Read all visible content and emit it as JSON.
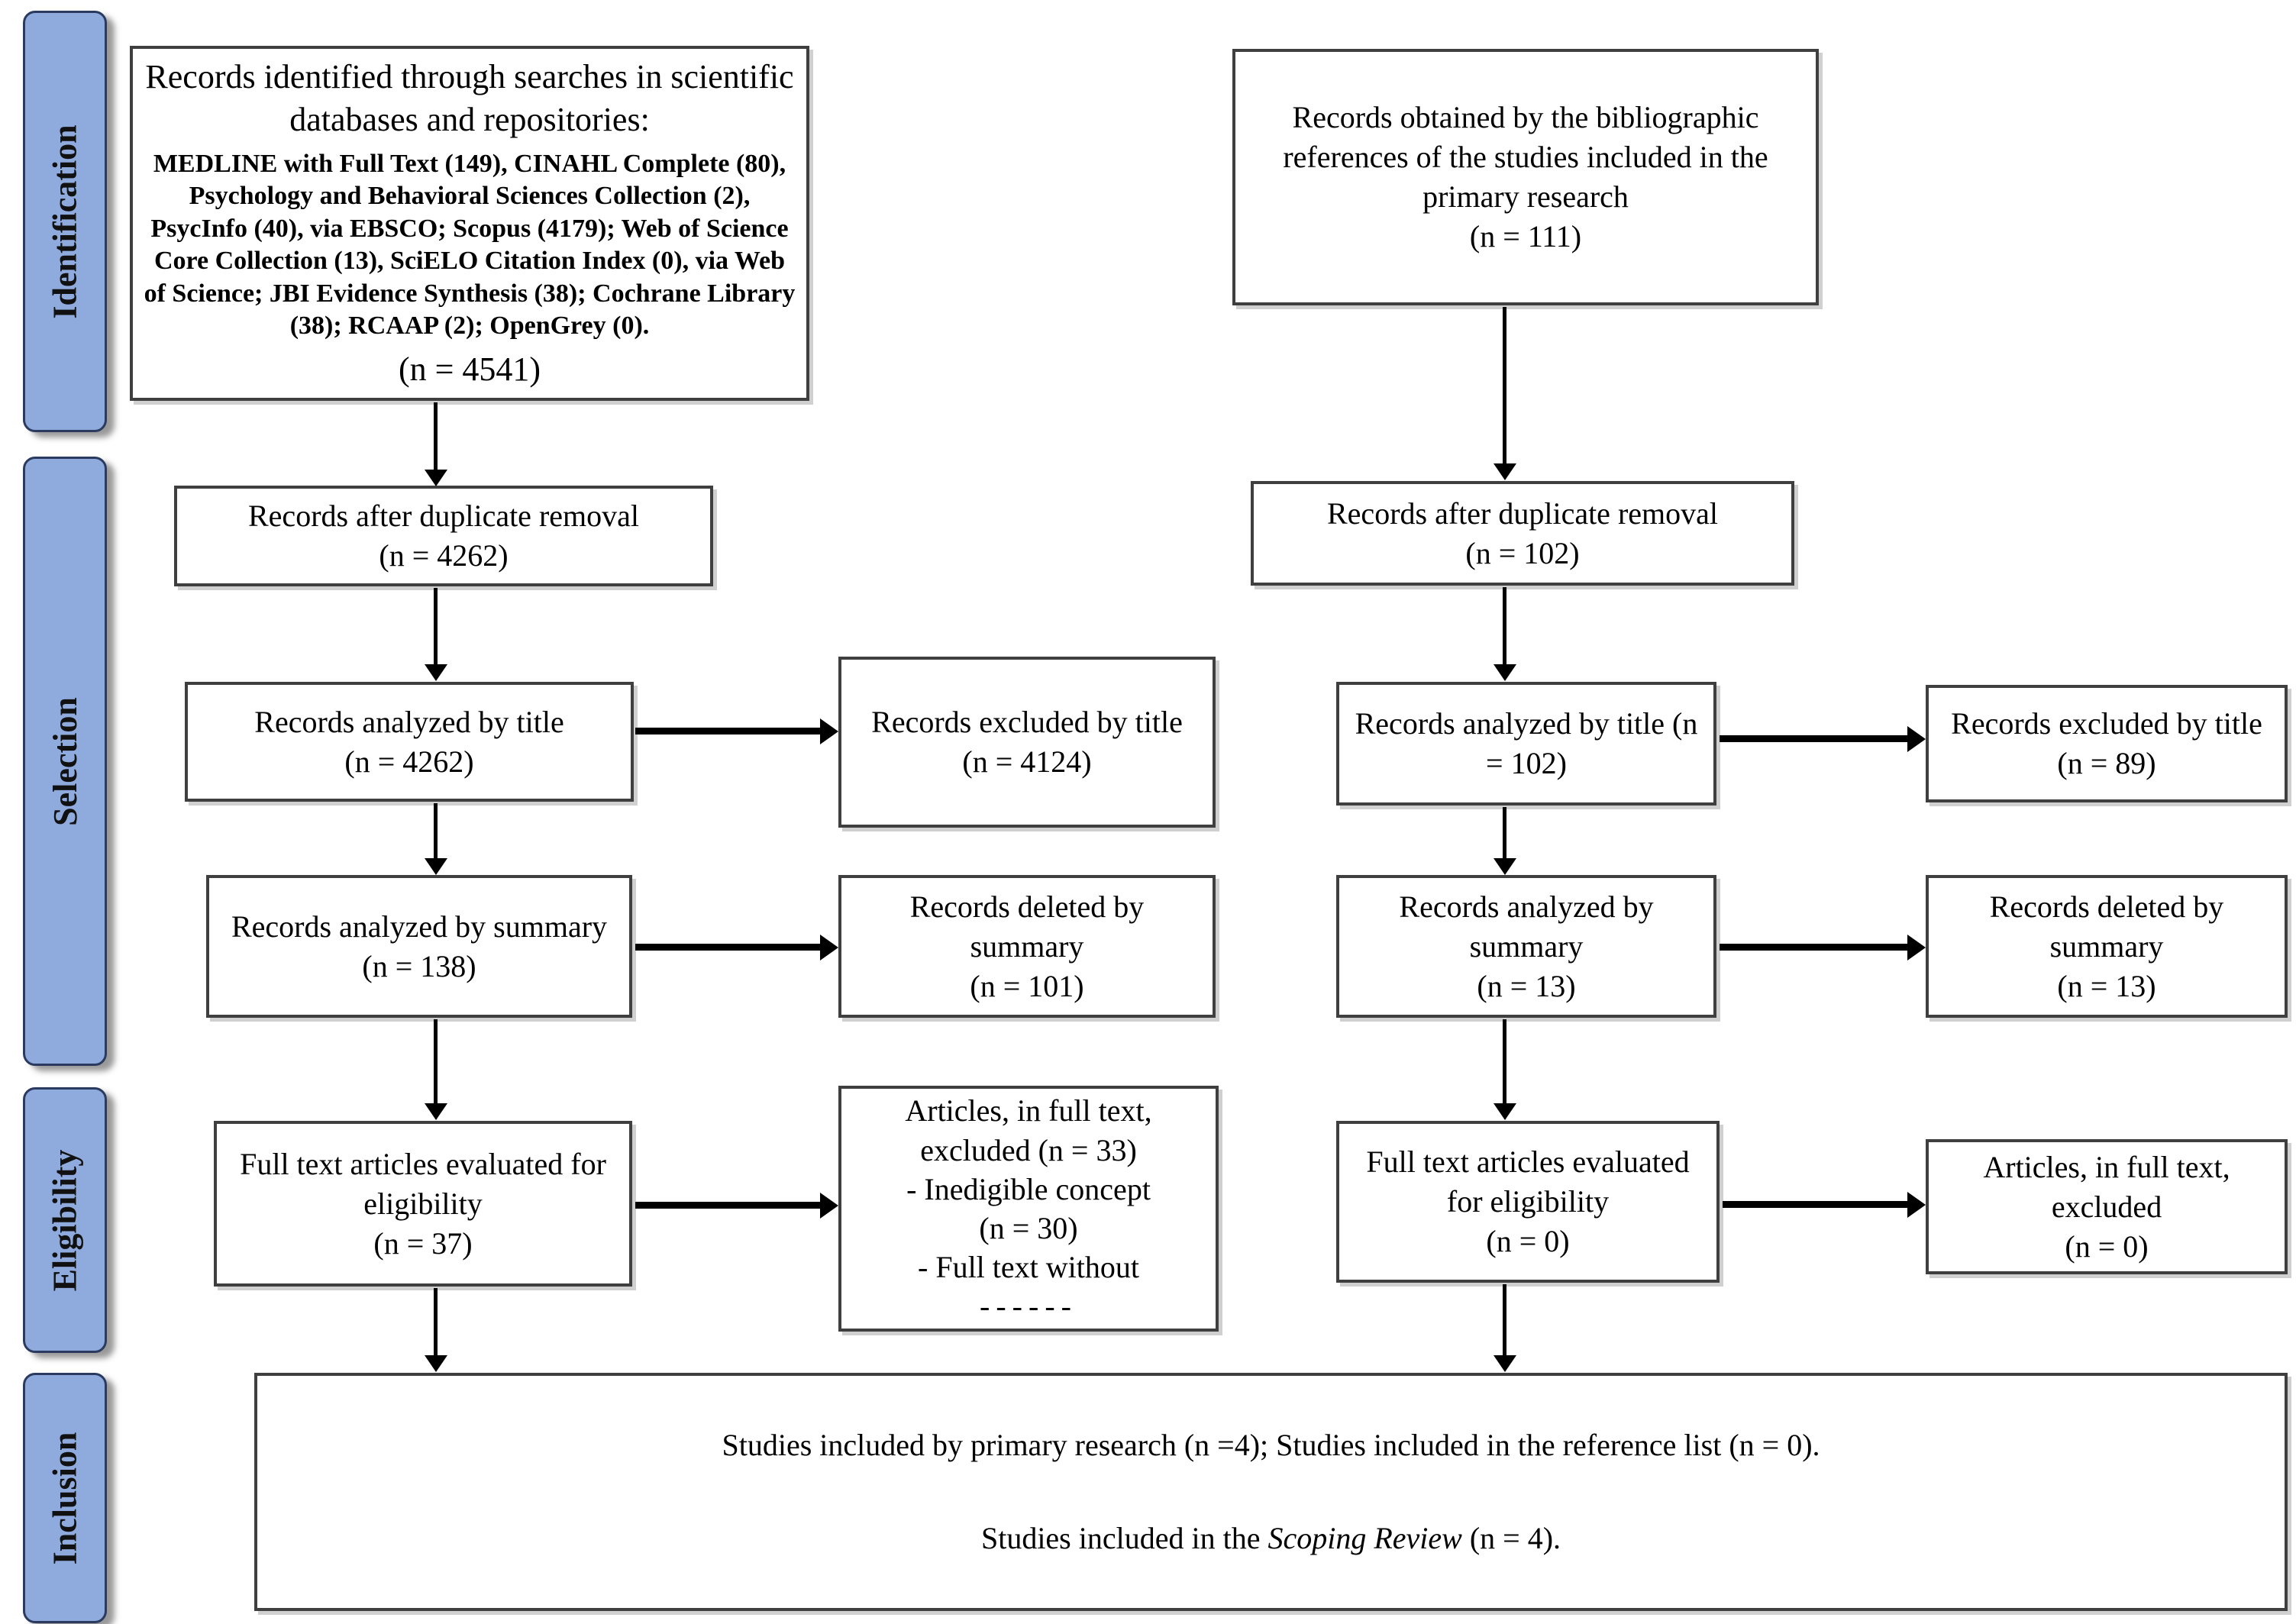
{
  "colors": {
    "stage_fill": "#8FAADC",
    "stage_border": "#2A3B5F",
    "box_border": "#3F3F3F",
    "arrow": "#000000",
    "background": "#FFFFFF"
  },
  "sidebar": {
    "items": [
      {
        "label": "Identification"
      },
      {
        "label": "Selection"
      },
      {
        "label": "Eligibility"
      },
      {
        "label": "Inclusion"
      }
    ]
  },
  "left": {
    "identified": {
      "heading": "Records identified through searches in scientific databases and repositories:",
      "sources": "MEDLINE with Full Text (149), CINAHL Complete (80), Psychology and Behavioral Sciences Collection (2), PsycInfo (40), via EBSCO; Scopus (4179); Web of Science Core Collection (13), SciELO Citation Index (0), via Web of Science; JBI Evidence Synthesis (38); Cochrane Library (38); RCAAP (2); OpenGrey (0).",
      "count": "(n = 4541)"
    },
    "duplicates": {
      "text": "Records after duplicate removal",
      "count": "(n = 4262)"
    },
    "analyzed_title": {
      "text": "Records analyzed by title",
      "count": "(n = 4262)"
    },
    "excluded_title": {
      "text": "Records excluded by title",
      "count": "(n = 4124)"
    },
    "analyzed_summary": {
      "text": "Records analyzed by summary",
      "count": "(n = 138)"
    },
    "deleted_summary": {
      "text": "Records deleted by summary",
      "count": "(n = 101)"
    },
    "fulltext": {
      "text": "Full text articles evaluated for eligibility",
      "count": "(n = 37)"
    },
    "fulltext_excluded": {
      "lines": [
        "Articles, in full text,",
        "excluded (n = 33)",
        "- Inedigible concept",
        "(n = 30)",
        "- Full text without",
        "------"
      ]
    }
  },
  "right": {
    "references": {
      "text": "Records obtained by the bibliographic references of the studies included in the primary research",
      "count": "(n = 111)"
    },
    "duplicates": {
      "text": "Records after duplicate removal",
      "count": "(n = 102)"
    },
    "analyzed_title": {
      "text": "Records analyzed by title (n = 102)"
    },
    "excluded_title": {
      "text": "Records excluded by title (n = 89)"
    },
    "analyzed_summary": {
      "text": "Records analyzed by summary",
      "count": "(n = 13)"
    },
    "deleted_summary": {
      "text": "Records deleted by summary",
      "count": "(n = 13)"
    },
    "fulltext": {
      "text": "Full text articles evaluated for eligibility",
      "count": "(n = 0)"
    },
    "fulltext_excluded": {
      "text": "Articles, in full text, excluded",
      "count": "(n = 0)"
    }
  },
  "inclusion": {
    "line1": "Studies included by primary research (n =4); Studies included in the reference list (n = 0).",
    "line2_prefix": "Studies included in the ",
    "line2_italic": "Scoping Review",
    "line2_suffix": " (n = 4)."
  }
}
